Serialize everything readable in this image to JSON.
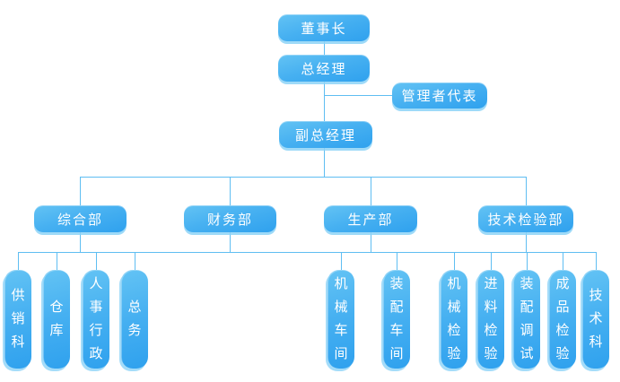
{
  "diagram": {
    "type": "org-chart",
    "accent_color": "#36a6ef",
    "connector_color": "#5fbef2",
    "node_text_color": "#ffffff",
    "nodes": {
      "chairman": {
        "label": "董事长"
      },
      "general_manager": {
        "label": "总经理"
      },
      "management_representative": {
        "label": "管理者代表"
      },
      "deputy_general_manager": {
        "label": "副总经理"
      },
      "departments": [
        {
          "label": "综合部"
        },
        {
          "label": "财务部"
        },
        {
          "label": "生产部"
        },
        {
          "label": "技术检验部"
        }
      ],
      "sections": [
        {
          "label": "供销科"
        },
        {
          "label": "仓库"
        },
        {
          "label": "人事行政"
        },
        {
          "label": "总务"
        },
        {
          "label": "机械车间"
        },
        {
          "label": "装配车间"
        },
        {
          "label": "机械检验"
        },
        {
          "label": "进料检验"
        },
        {
          "label": "装配调试"
        },
        {
          "label": "成品检验"
        },
        {
          "label": "技术科"
        }
      ]
    }
  }
}
